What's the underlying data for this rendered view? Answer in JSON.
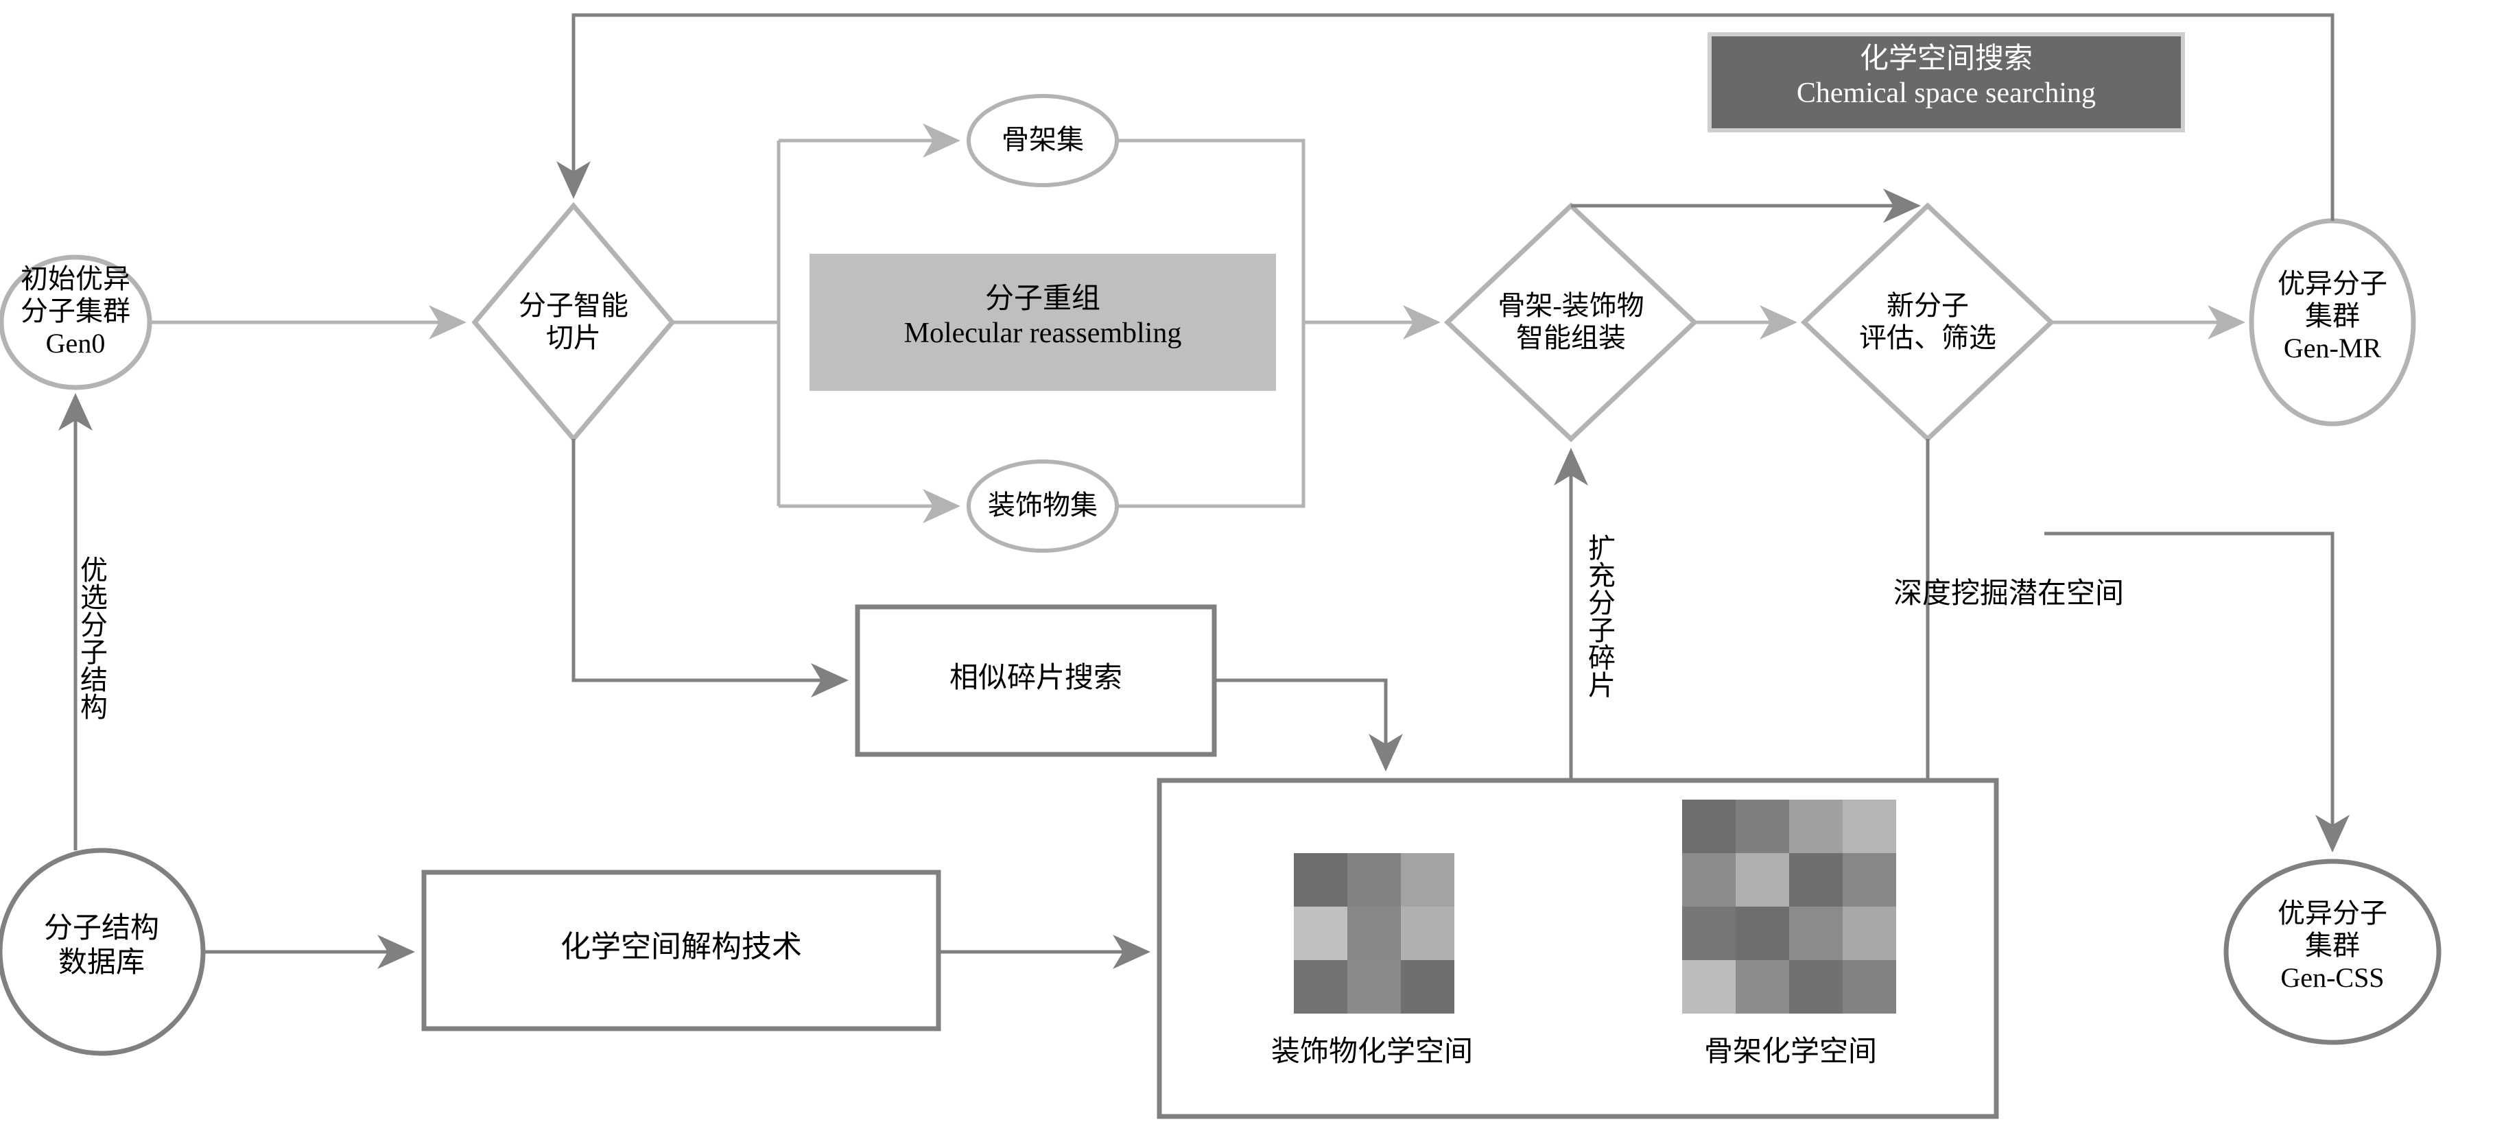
{
  "meta": {
    "title": "分子重组与化学空间搜索流程图",
    "stroke_light": "#b3b3b3",
    "stroke_dark": "#808080",
    "fill_gray": "#bfbfbf",
    "fill_darkgray": "#696969",
    "text_white": "#ffffff",
    "text_black": "#000000",
    "background": "#ffffff"
  },
  "nodes": {
    "gen0": {
      "name": "初始优异分子集群",
      "lines": "初始优异\n分子集群\nGen0",
      "shape": "ellipse"
    },
    "slicing": {
      "lines": "分子智能\n切片",
      "shape": "diamond"
    },
    "scaffold_set": {
      "lines": "骨架集",
      "shape": "ellipse"
    },
    "decoration_set": {
      "lines": "装饰物集",
      "shape": "ellipse"
    },
    "reassembling": {
      "lines": "分子重组\nMolecular reassembling",
      "shape": "rect-filled"
    },
    "assembly": {
      "lines": "骨架-装饰物\n智能组装",
      "shape": "diamond"
    },
    "evaluation": {
      "lines": "新分子\n评估、筛选",
      "shape": "diamond"
    },
    "gen_mr": {
      "lines": "优异分子\n集群\nGen-MR",
      "shape": "ellipse"
    },
    "gen_css": {
      "lines": "优异分子\n集群\nGen-CSS",
      "shape": "ellipse"
    },
    "css_banner": {
      "lines": "化学空间搜索\nChemical space searching",
      "shape": "rect-dark"
    },
    "fragment_search": {
      "lines": "相似碎片搜索",
      "shape": "rect"
    },
    "db": {
      "lines": "分子结构\n数据库",
      "shape": "ellipse"
    },
    "deconstruct": {
      "lines": "化学空间解构技术",
      "shape": "rect"
    }
  },
  "edge_labels": {
    "select_structure": "优选分子结构",
    "expand_fragments": "扩充分子碎片",
    "deep_mining": "深度挖掘潜在空间"
  },
  "chart_data": {
    "type": "heatmap",
    "title": "化学空间",
    "panels": [
      {
        "label": "装饰物化学空间",
        "rows": 3,
        "cols": 3,
        "values": [
          [
            "#6e6e6e",
            "#828282",
            "#a3a3a3"
          ],
          [
            "#c0c0c0",
            "#878787",
            "#b0b0b0"
          ],
          [
            "#737373",
            "#8a8a8a",
            "#6f6f6f"
          ]
        ]
      },
      {
        "label": "骨架化学空间",
        "rows": 4,
        "cols": 4,
        "values": [
          [
            "#6e6e6e",
            "#7f7f7f",
            "#a0a0a0",
            "#b6b6b6"
          ],
          [
            "#8b8b8b",
            "#afafaf",
            "#6e6e6e",
            "#878787"
          ],
          [
            "#777777",
            "#6f6f6f",
            "#8b8b8b",
            "#a8a8a8"
          ],
          [
            "#bcbcbc",
            "#8b8b8b",
            "#717171",
            "#828282"
          ]
        ]
      }
    ]
  }
}
